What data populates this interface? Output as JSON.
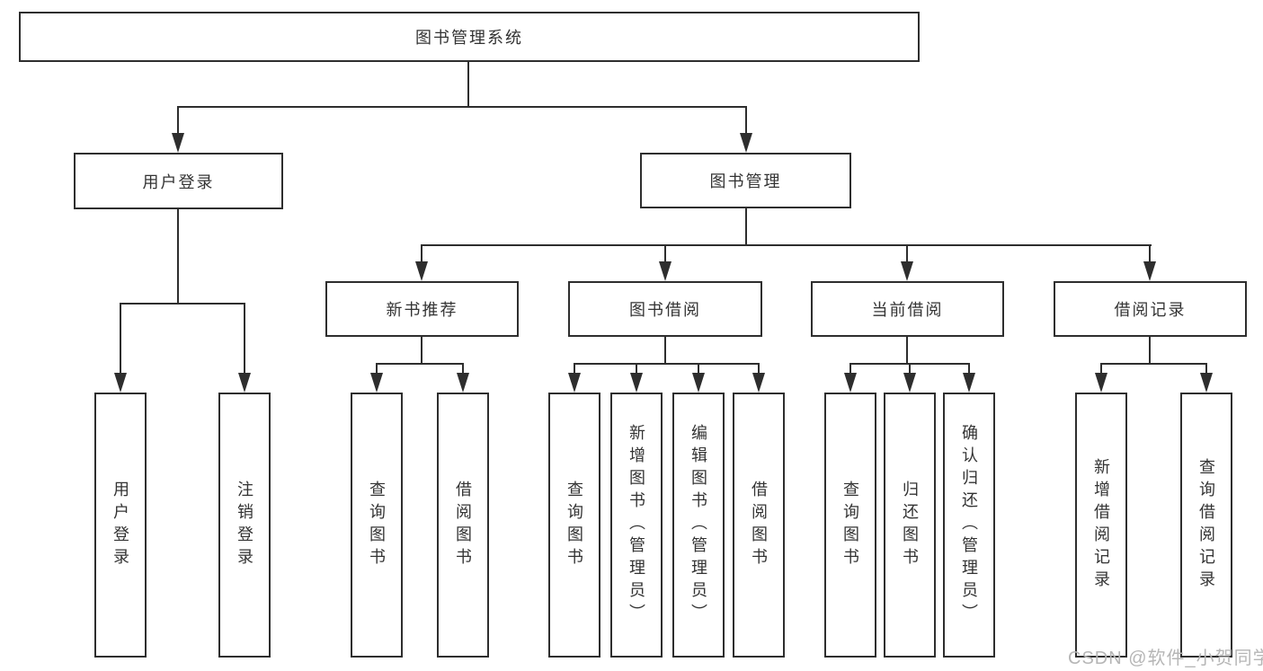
{
  "diagram": {
    "root": {
      "label": "图书管理系统"
    },
    "level2": {
      "user_login": {
        "label": "用户登录"
      },
      "book_management": {
        "label": "图书管理"
      }
    },
    "level3": {
      "new_book_recommend": {
        "label": "新书推荐"
      },
      "book_borrow": {
        "label": "图书借阅"
      },
      "current_borrow": {
        "label": "当前借阅"
      },
      "borrow_records": {
        "label": "借阅记录"
      }
    },
    "leaves": {
      "user_login": [
        "用户登录",
        "注销登录"
      ],
      "new_book_recommend": [
        "查询图书",
        "借阅图书"
      ],
      "book_borrow": [
        "查询图书",
        "新增图书（管理员）",
        "编辑图书（管理员）",
        "借阅图书"
      ],
      "current_borrow": [
        "查询图书",
        "归还图书",
        "确认归还（管理员）"
      ],
      "borrow_records": [
        "新增借阅记录",
        "查询借阅记录"
      ]
    },
    "watermark": "CSDN @软件_小贺同学",
    "colors": {
      "line": "#2e2e2e",
      "border": "#2e2e2e",
      "text": "#333333",
      "watermark": "#b6b6b6",
      "background": "#ffffff"
    }
  }
}
